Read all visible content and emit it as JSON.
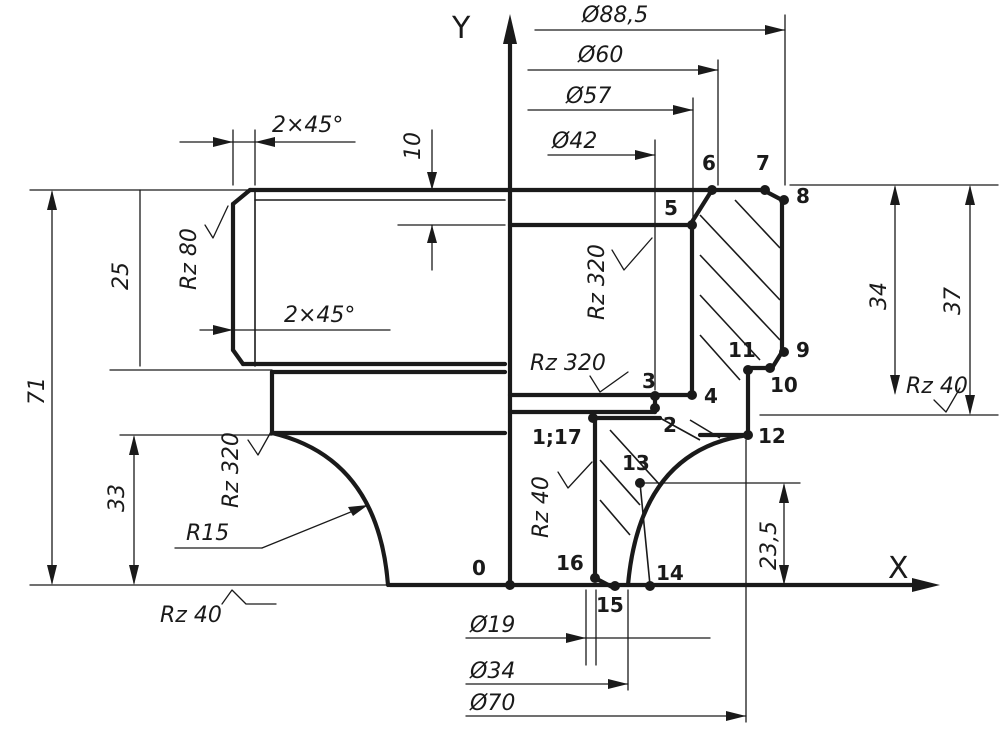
{
  "axes": {
    "y_label": "Y",
    "x_label": "X",
    "origin_label": "0"
  },
  "diameters": {
    "d88_5": "Ø88,5",
    "d60": "Ø60",
    "d57": "Ø57",
    "d42": "Ø42",
    "d19": "Ø19",
    "d34": "Ø34",
    "d70": "Ø70"
  },
  "linear_dims": {
    "overall_height": "71",
    "bore_length": "25",
    "lower_height": "33",
    "thread_depth": "10",
    "rim_height_34": "34",
    "rim_height_37": "37",
    "pt13_height": "23,5"
  },
  "chamfers": {
    "upper": "2×45°",
    "lower": "2×45°"
  },
  "radius": "R15",
  "roughness": {
    "rz80": "Rz 80",
    "rz320_bore": "Rz 320",
    "rz320_step": "Rz 320",
    "rz320_left": "Rz 320",
    "rz40_inner": "Rz 40",
    "rz40_right": "Rz 40",
    "rz40_bottom": "Rz 40"
  },
  "points": {
    "p1_17": "1;17",
    "p2": "2",
    "p3": "3",
    "p4": "4",
    "p5": "5",
    "p6": "6",
    "p7": "7",
    "p8": "8",
    "p9": "9",
    "p10": "10",
    "p11": "11",
    "p12": "12",
    "p13": "13",
    "p14": "14",
    "p15": "15",
    "p16": "16"
  }
}
